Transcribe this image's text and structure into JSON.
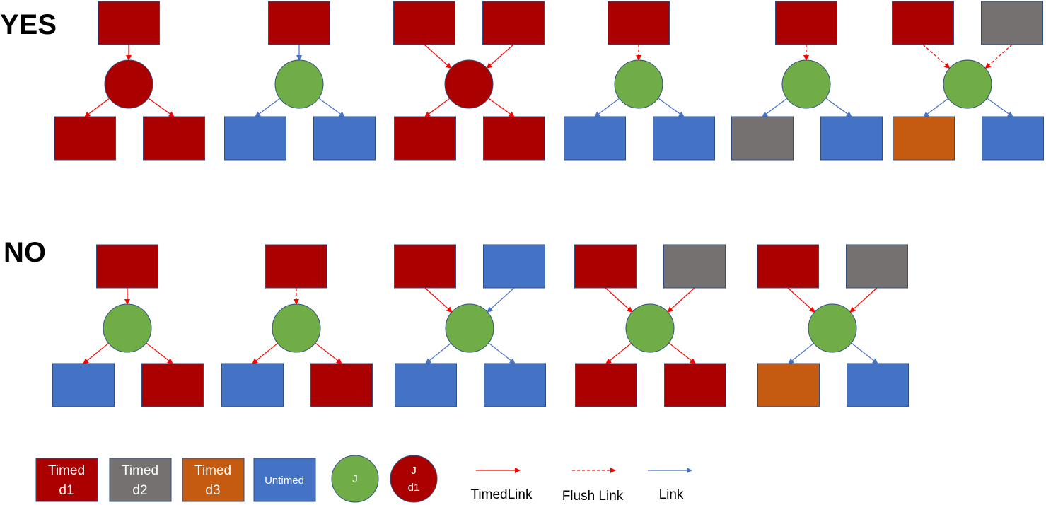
{
  "colors": {
    "timed_d1": "#AA0000",
    "timed_d2": "#767171",
    "timed_d3": "#C55A11",
    "untimed": "#4472C4",
    "junction": "#70AD47",
    "timed_link": "#FF0000",
    "flush_link": "#FF0000",
    "link": "#4472C4",
    "box_border": "#2F4F7F"
  },
  "rows": [
    {
      "label": "YES",
      "diagrams": [
        {
          "sources": [
            "timed_d1"
          ],
          "in_links": [
            "timed"
          ],
          "junction": "timed_d1",
          "outputs": [
            "timed_d1",
            "timed_d1"
          ],
          "out_links": [
            "timed",
            "timed"
          ]
        },
        {
          "sources": [
            "timed_d1"
          ],
          "in_links": [
            "link"
          ],
          "junction": "plain",
          "outputs": [
            "untimed",
            "untimed"
          ],
          "out_links": [
            "link",
            "link"
          ]
        },
        {
          "sources": [
            "timed_d1",
            "timed_d1"
          ],
          "in_links": [
            "timed",
            "timed"
          ],
          "junction": "timed_d1",
          "outputs": [
            "timed_d1",
            "timed_d1"
          ],
          "out_links": [
            "timed",
            "timed"
          ]
        },
        {
          "sources": [
            "timed_d1"
          ],
          "in_links": [
            "flush"
          ],
          "junction": "plain",
          "outputs": [
            "untimed",
            "untimed"
          ],
          "out_links": [
            "link",
            "link"
          ]
        },
        {
          "sources": [
            "timed_d1"
          ],
          "in_links": [
            "flush"
          ],
          "junction": "plain",
          "outputs": [
            "timed_d2",
            "untimed"
          ],
          "out_links": [
            "link",
            "link"
          ]
        },
        {
          "sources": [
            "timed_d1",
            "timed_d2"
          ],
          "in_links": [
            "flush",
            "flush"
          ],
          "junction": "plain",
          "outputs": [
            "timed_d3",
            "untimed"
          ],
          "out_links": [
            "link",
            "link"
          ]
        }
      ]
    },
    {
      "label": "NO",
      "diagrams": [
        {
          "sources": [
            "timed_d1"
          ],
          "in_links": [
            "timed"
          ],
          "junction": "plain",
          "outputs": [
            "untimed",
            "timed_d1"
          ],
          "out_links": [
            "timed",
            "timed"
          ]
        },
        {
          "sources": [
            "timed_d1"
          ],
          "in_links": [
            "flush"
          ],
          "junction": "plain",
          "outputs": [
            "untimed",
            "timed_d1"
          ],
          "out_links": [
            "timed",
            "timed"
          ]
        },
        {
          "sources": [
            "timed_d1",
            "untimed"
          ],
          "in_links": [
            "timed",
            "link"
          ],
          "junction": "plain",
          "outputs": [
            "untimed",
            "untimed"
          ],
          "out_links": [
            "link",
            "link"
          ]
        },
        {
          "sources": [
            "timed_d1",
            "timed_d2"
          ],
          "in_links": [
            "timed",
            "timed"
          ],
          "junction": "plain",
          "outputs": [
            "timed_d1",
            "timed_d1"
          ],
          "out_links": [
            "timed",
            "timed"
          ]
        },
        {
          "sources": [
            "timed_d1",
            "timed_d2"
          ],
          "in_links": [
            "timed",
            "timed"
          ],
          "junction": "plain",
          "outputs": [
            "timed_d3",
            "untimed"
          ],
          "out_links": [
            "link",
            "link"
          ]
        }
      ]
    }
  ],
  "legend": {
    "timed_d1": {
      "line1": "Timed",
      "line2": "d1"
    },
    "timed_d2": {
      "line1": "Timed",
      "line2": "d2"
    },
    "timed_d3": {
      "line1": "Timed",
      "line2": "d3"
    },
    "untimed": {
      "label": "Untimed"
    },
    "junction": {
      "label": "J"
    },
    "junction_d1": {
      "line1": "J",
      "line2": "d1"
    },
    "timed_link": {
      "label": "TimedLink"
    },
    "flush_link": {
      "label": "Flush Link"
    },
    "link": {
      "label": "Link"
    }
  }
}
